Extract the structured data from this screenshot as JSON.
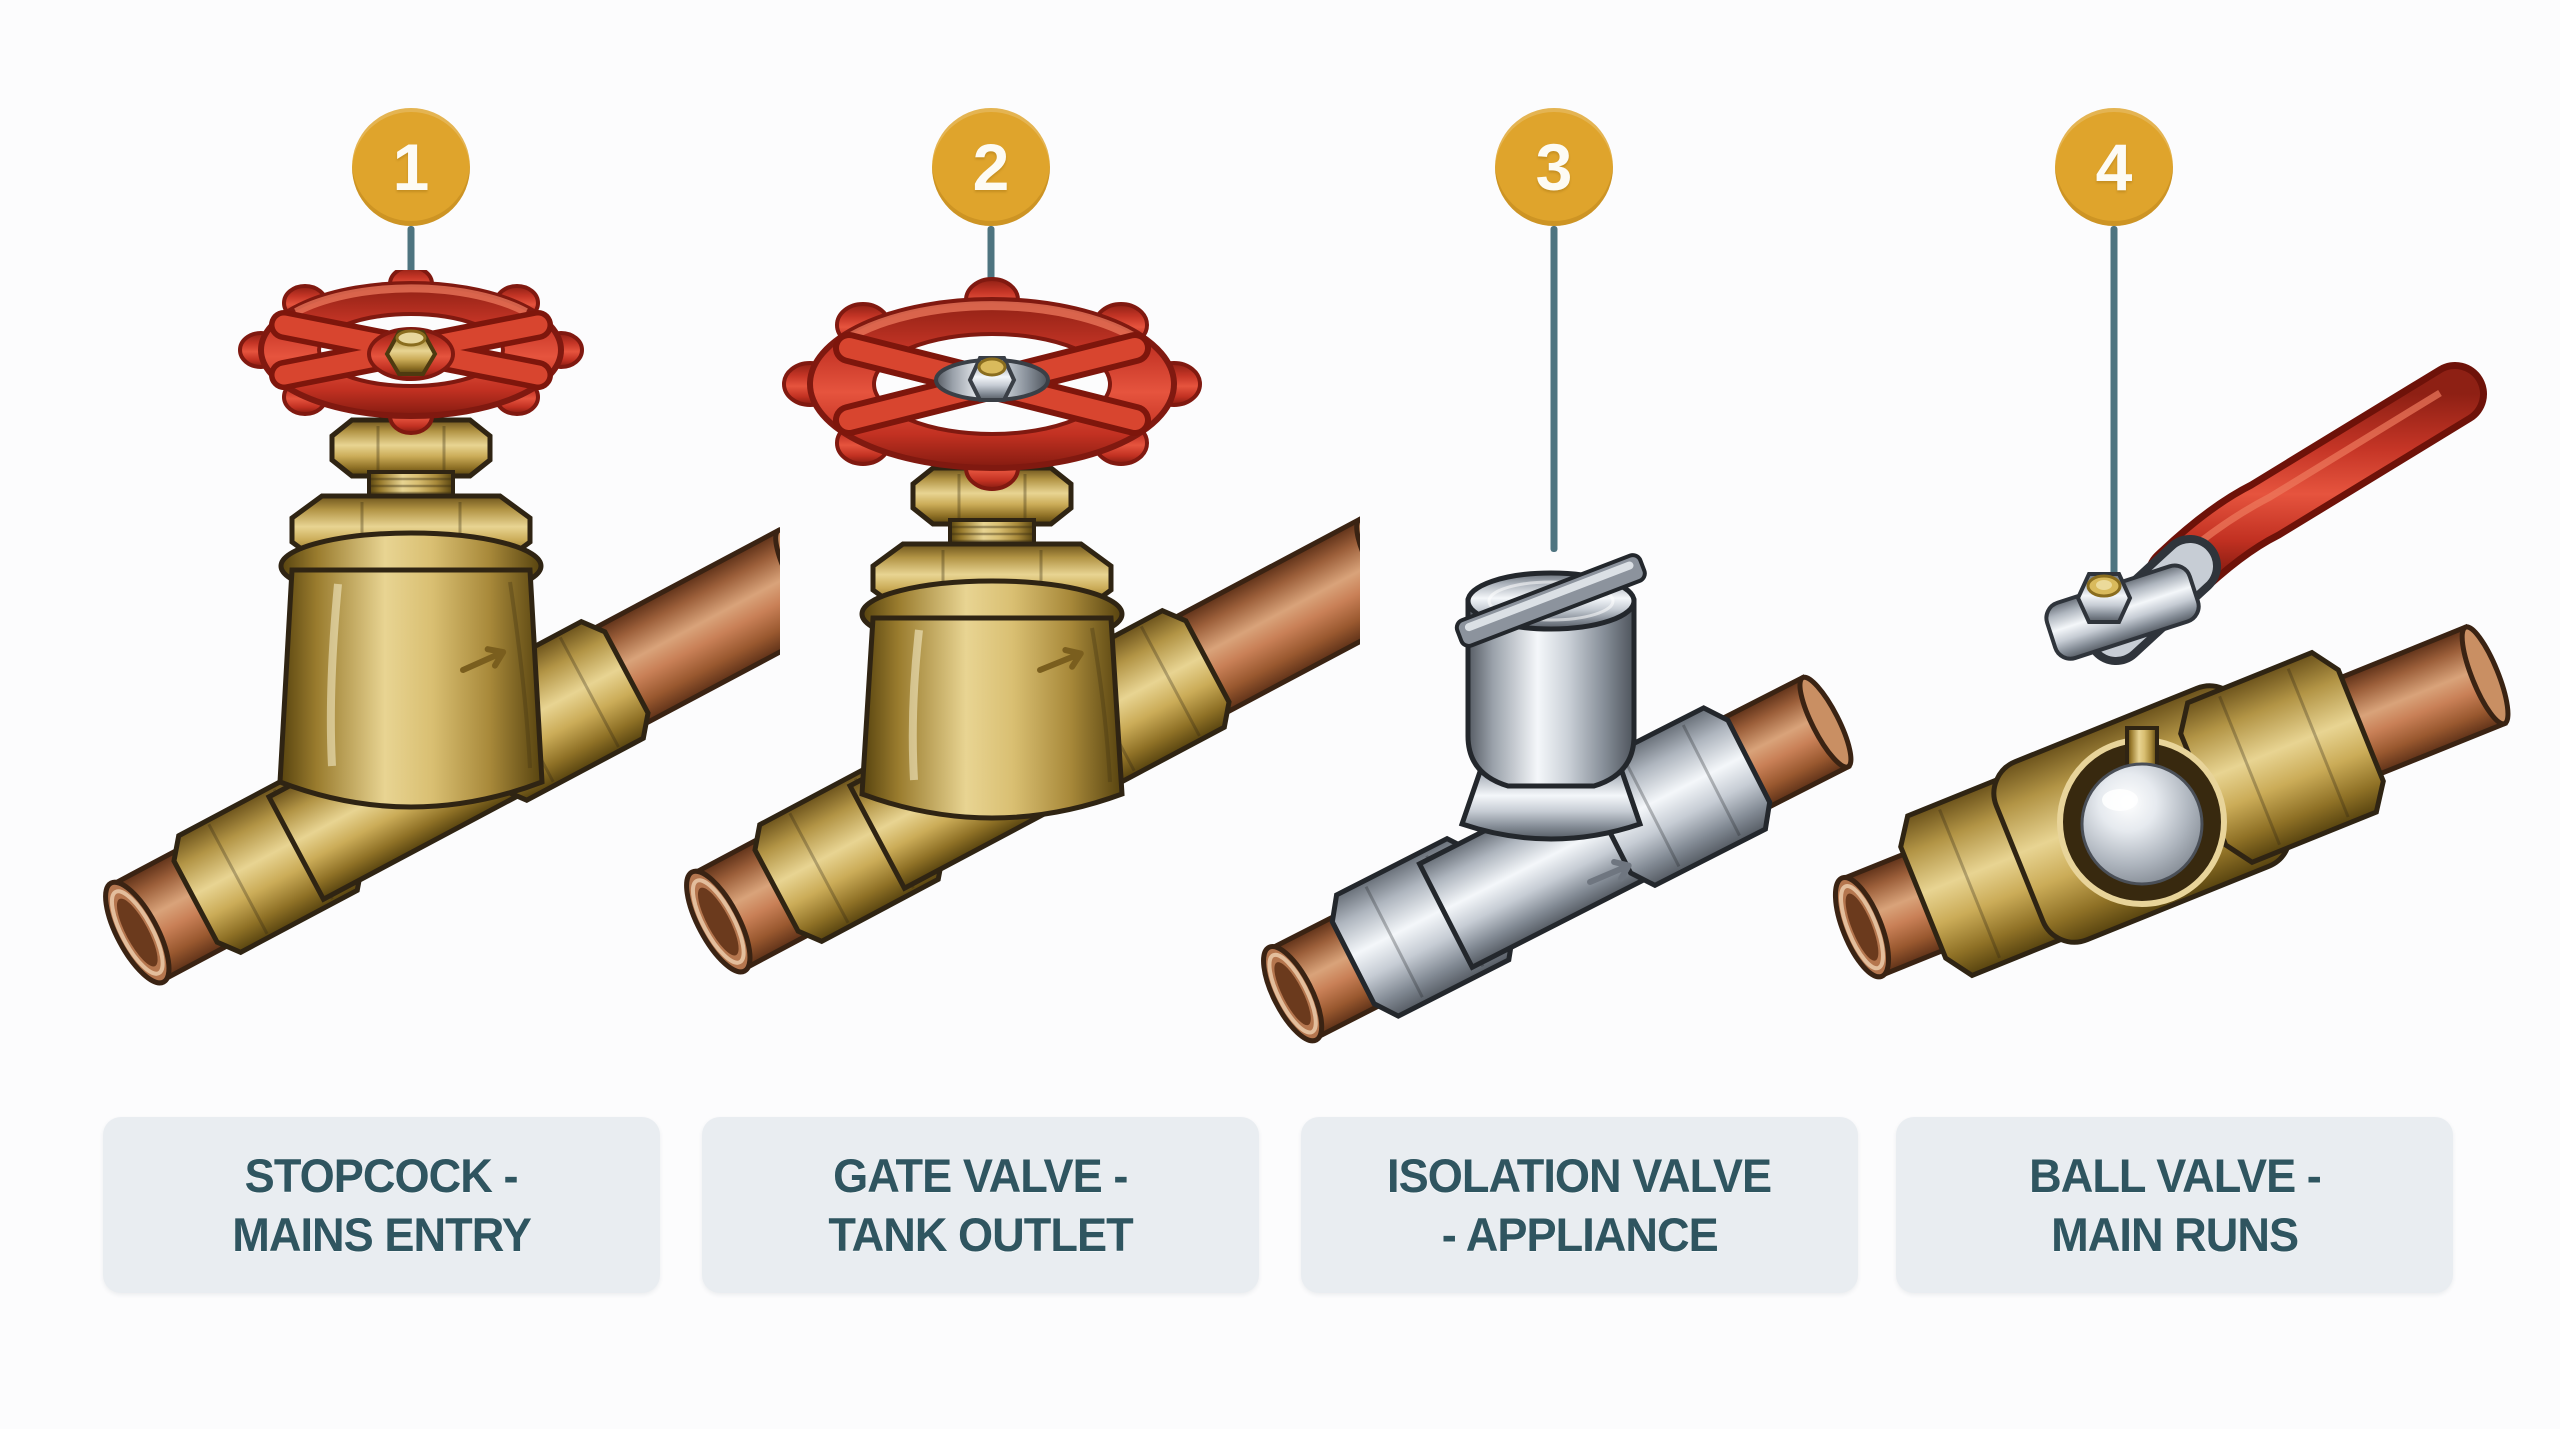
{
  "diagram": {
    "subject": "valve-types",
    "items": [
      {
        "number": "1",
        "label_lines": [
          "STOPCOCK -",
          "MAINS ENTRY"
        ],
        "valve_type": "stopcock"
      },
      {
        "number": "2",
        "label_lines": [
          "GATE VALVE -",
          "TANK OUTLET"
        ],
        "valve_type": "gate-valve"
      },
      {
        "number": "3",
        "label_lines": [
          "ISOLATION VALVE",
          "- APPLIANCE"
        ],
        "valve_type": "isolation-valve"
      },
      {
        "number": "4",
        "label_lines": [
          "BALL VALVE -",
          "MAIN RUNS"
        ],
        "valve_type": "ball-valve"
      }
    ],
    "colors": {
      "background": "#FCFCFD",
      "badge_orange": "#DFA42C",
      "badge_number_text": "#FDFBF4",
      "leader_line_teal": "#4E7480",
      "label_card_bg": "#E9EDF1",
      "label_text": "#2F5560",
      "handle_red": "#C53526",
      "brass": "#C9A94E",
      "copper": "#C08055",
      "chrome": "#C6CCD4"
    }
  }
}
